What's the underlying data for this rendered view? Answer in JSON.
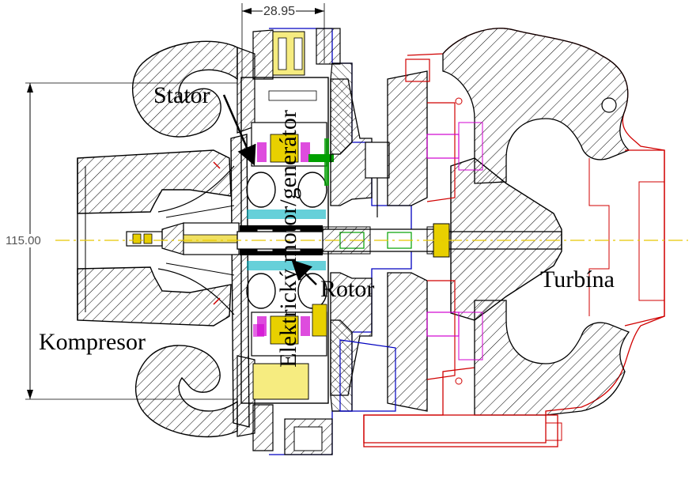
{
  "labels": {
    "stator": "Stator",
    "rotor": "Rotor",
    "turbina": "Turbína",
    "kompresor": "Kompresor",
    "motor": "Elektrický motor/generátor"
  },
  "dimensions": {
    "diameter": "115.00",
    "width": "28.95"
  },
  "colors": {
    "outline": "#000000",
    "turbine_housing": "#d00000",
    "center_housing": "#0000c0",
    "motor_parts": "#d000d0",
    "yellow_parts": "#e8d000",
    "green_parts": "#00a000",
    "cyan_parts": "#00b0c0",
    "dimension": "#808080"
  },
  "icons": {
    "hatching": "cross-section-hatch"
  }
}
